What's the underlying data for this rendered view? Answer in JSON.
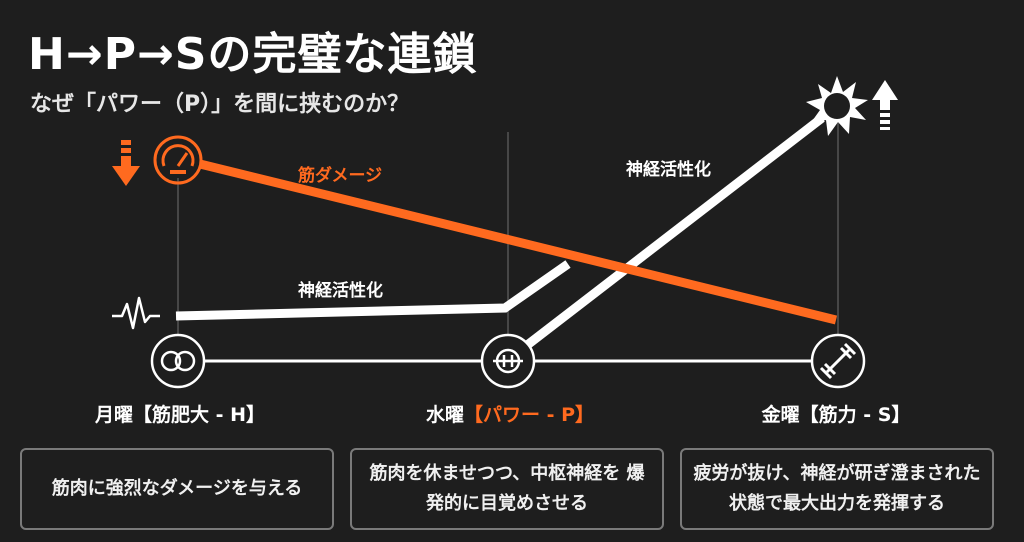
{
  "header": {
    "title": "H→P→Sの完璧な連鎖",
    "subtitle": "なぜ「パワー（P）」を間に挟むのか？"
  },
  "lines": {
    "muscle_damage_label": "筋ダメージ",
    "neural_label_left": "神経活性化",
    "neural_label_right": "神経活性化"
  },
  "days": [
    {
      "day": "月曜",
      "bracket": "【筋肥大 - H】",
      "icon": "rings-icon"
    },
    {
      "day": "水曜",
      "bracket": "【パワー - P】",
      "icon": "power-icon"
    },
    {
      "day": "金曜",
      "bracket": "【筋力 - S】",
      "icon": "dumbbell-icon"
    }
  ],
  "boxes": [
    {
      "text": "筋肉に強烈なダメージを与える"
    },
    {
      "text": "筋肉を休ませつつ、中枢神経を 爆発的に目覚めさせる"
    },
    {
      "text": "疲労が抜け、神経が研ぎ澄まされた状態で最大出力を発揮する"
    }
  ],
  "colors": {
    "background": "#1e1e1e",
    "accent_orange": "#ff6a1f",
    "line_white": "#ffffff",
    "grid_gray": "#555555"
  }
}
